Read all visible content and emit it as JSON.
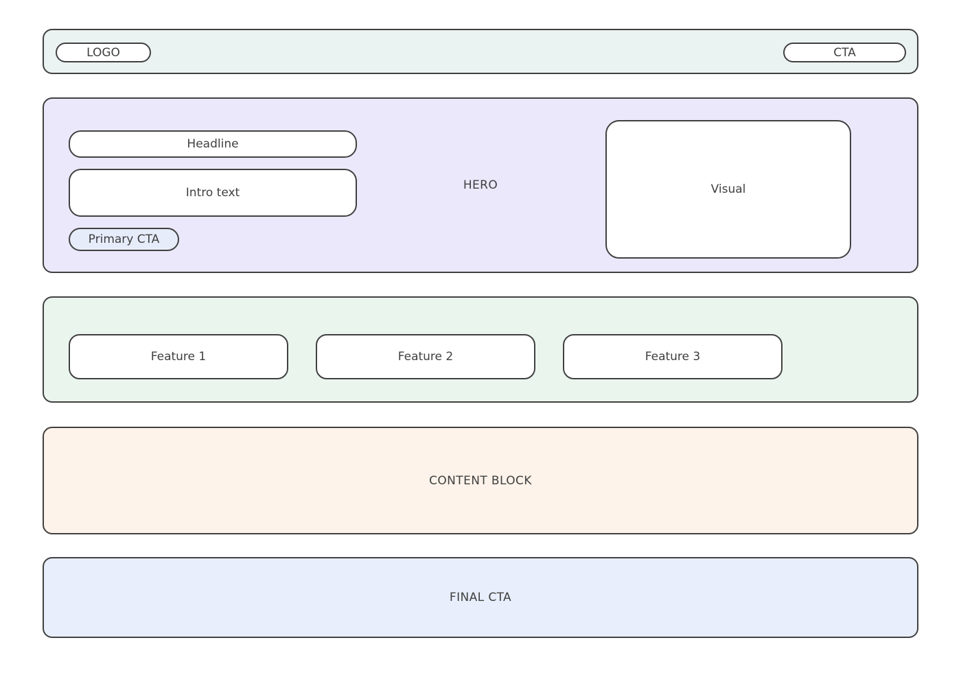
{
  "colors": {
    "border": "#404040",
    "text": "#3f3f3f",
    "topbar_bg": "#ebf3f2",
    "hero_bg": "#ebe8fb",
    "features_bg": "#eaf5ee",
    "content_bg": "#fdf3ea",
    "final_cta_bg": "#e8eefb",
    "primary_cta_bg": "#e7ecfb",
    "card_bg": "#ffffff"
  },
  "topbar": {
    "logo_label": "LOGO",
    "cta_label": "CTA"
  },
  "hero": {
    "label": "HERO",
    "headline": "Headline",
    "intro": "Intro text",
    "primary_cta": "Primary CTA",
    "visual": "Visual"
  },
  "features": {
    "items": [
      {
        "label": "Feature 1"
      },
      {
        "label": "Feature 2"
      },
      {
        "label": "Feature 3"
      }
    ]
  },
  "content_block": {
    "label": "CONTENT BLOCK"
  },
  "final_cta": {
    "label": "FINAL CTA"
  }
}
